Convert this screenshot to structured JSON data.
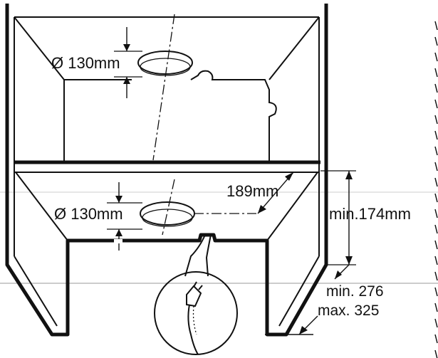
{
  "labels": {
    "upper_diameter": "Ø 130mm",
    "lower_diameter": "Ø 130mm",
    "depth": "189mm",
    "min_height": "min.174mm",
    "width_min": "min. 276",
    "width_max": "max. 325"
  }
}
